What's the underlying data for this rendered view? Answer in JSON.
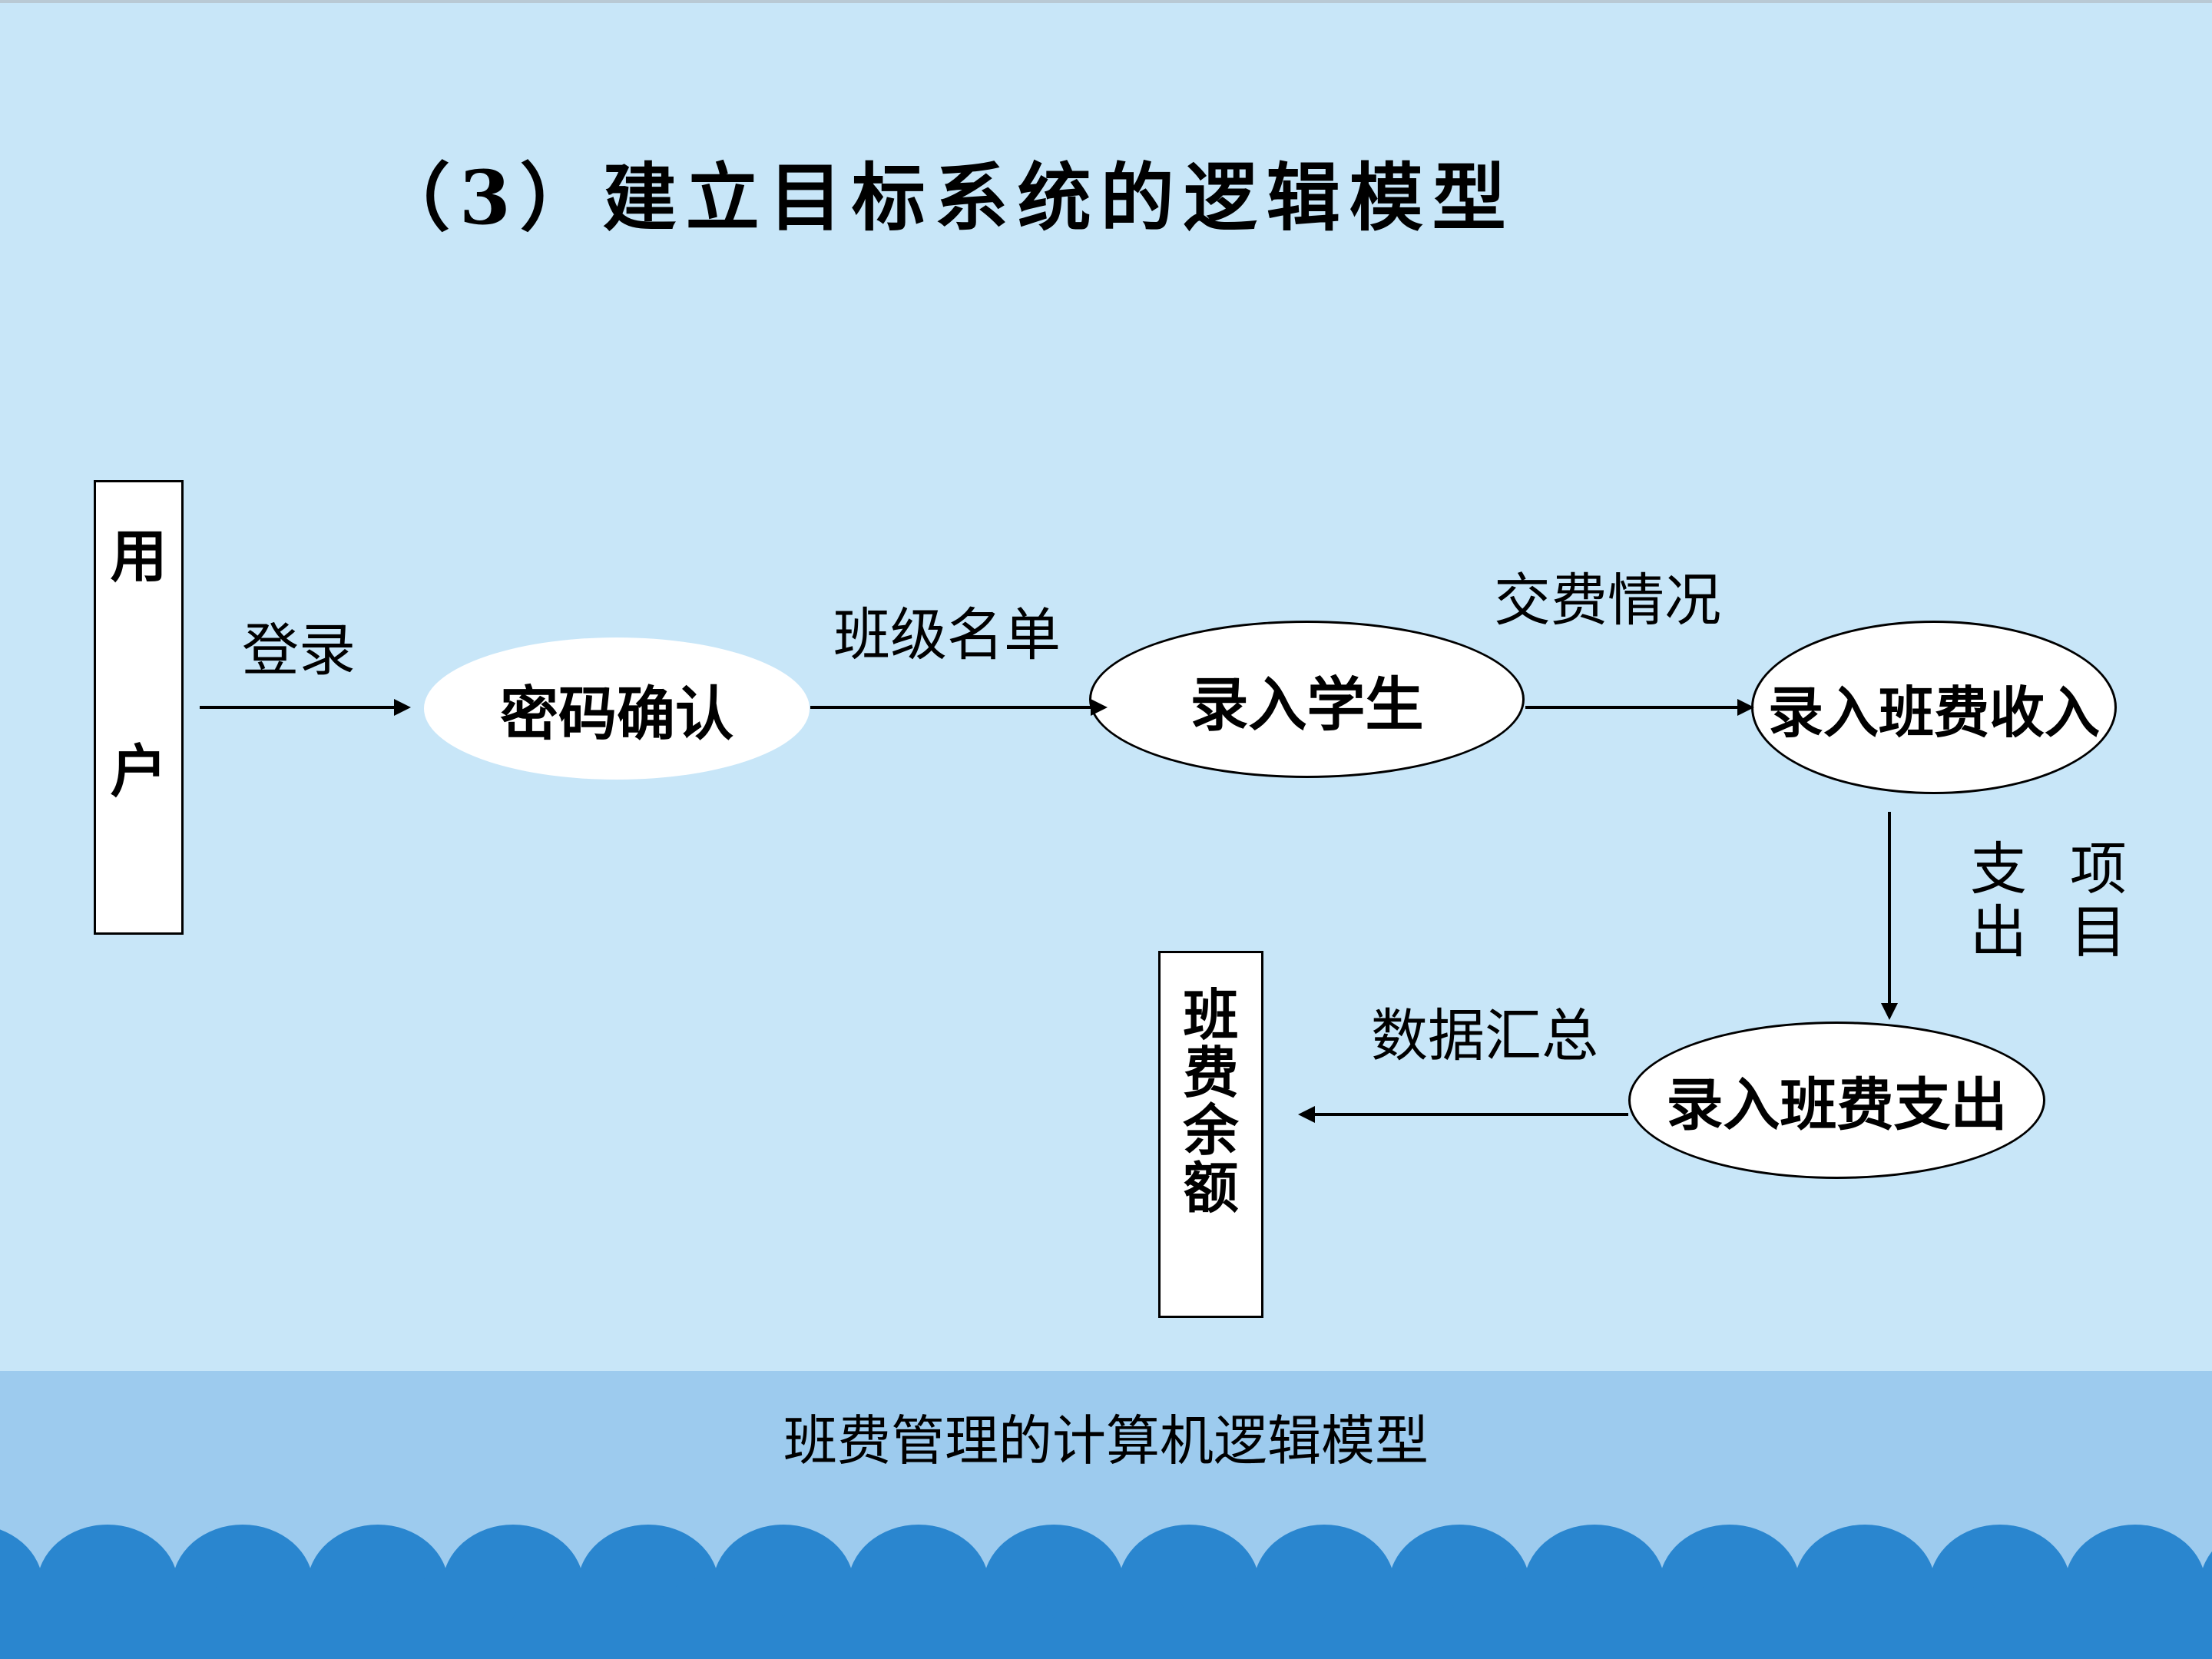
{
  "slide": {
    "title": "（3）建立目标系统的逻辑模型",
    "caption": "班费管理的计算机逻辑模型"
  },
  "diagram": {
    "entities": {
      "user": {
        "chars": [
          "用",
          "户"
        ]
      },
      "balance": {
        "chars": [
          "班",
          "费",
          "余",
          "额"
        ]
      }
    },
    "processes": {
      "password_check": "密码确认",
      "enter_students": "录入学生",
      "enter_income": "录入班费收入",
      "enter_expense": "录入班费支出"
    },
    "flows": {
      "login": "登录",
      "class_list": "班级名单",
      "payment_status": "交费情况",
      "expense_items": {
        "col1": [
          "支",
          "出"
        ],
        "col2": [
          "项",
          "目"
        ]
      },
      "data_summary": "数据汇总"
    }
  },
  "colors": {
    "background": "#c8e6f8",
    "band": "#9dcbee",
    "waves": "#2a86cf"
  }
}
